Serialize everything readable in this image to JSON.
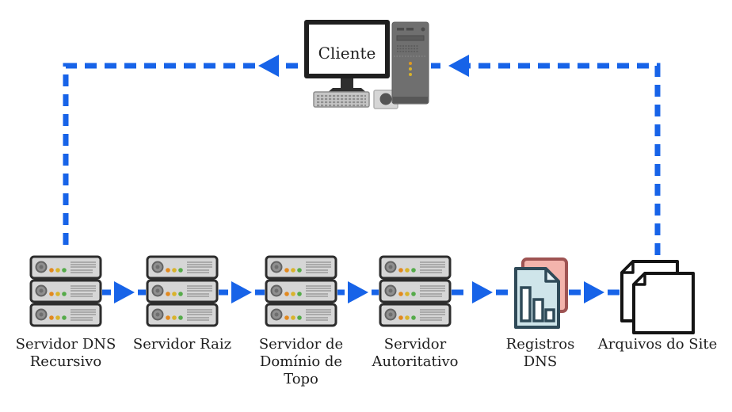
{
  "diagram": {
    "client": {
      "label": "Cliente"
    },
    "nodes": [
      {
        "id": "servidor-dns-recursivo",
        "label": "Servidor DNS Recursivo",
        "icon": "server-stack-icon"
      },
      {
        "id": "servidor-raiz",
        "label": "Servidor Raiz",
        "icon": "server-stack-icon"
      },
      {
        "id": "servidor-dominio-de-topo",
        "label": "Servidor de Domínio de Topo",
        "icon": "server-stack-icon"
      },
      {
        "id": "servidor-autoritativo",
        "label": "Servidor Autoritativo",
        "icon": "server-stack-icon"
      },
      {
        "id": "registros-dns",
        "label": "Registros DNS",
        "icon": "dns-records-icon"
      },
      {
        "id": "arquivos-do-site",
        "label": "Arquivos do Site",
        "icon": "site-files-icon"
      }
    ],
    "flow": [
      "cliente -> servidor-dns-recursivo",
      "servidor-dns-recursivo -> servidor-raiz",
      "servidor-raiz -> servidor-dominio-de-topo",
      "servidor-dominio-de-topo -> servidor-autoritativo",
      "servidor-autoritativo -> registros-dns",
      "registros-dns -> arquivos-do-site",
      "arquivos-do-site -> cliente"
    ],
    "colors": {
      "arrow_blue": "#1763e8",
      "label_text": "#1e1e1e",
      "server_body": "#d6d6d6",
      "server_border": "#2d2d2d",
      "led_orange": "#e2891f",
      "led_yellow": "#d9b32b",
      "led_green": "#55ab4a",
      "record_front_fill": "#cfe5ea",
      "record_front_border": "#2f4a58",
      "record_back_fill": "#f3b4ac",
      "record_back_border": "#9e5352",
      "page_fill": "#ffffff",
      "page_border": "#141414"
    }
  }
}
